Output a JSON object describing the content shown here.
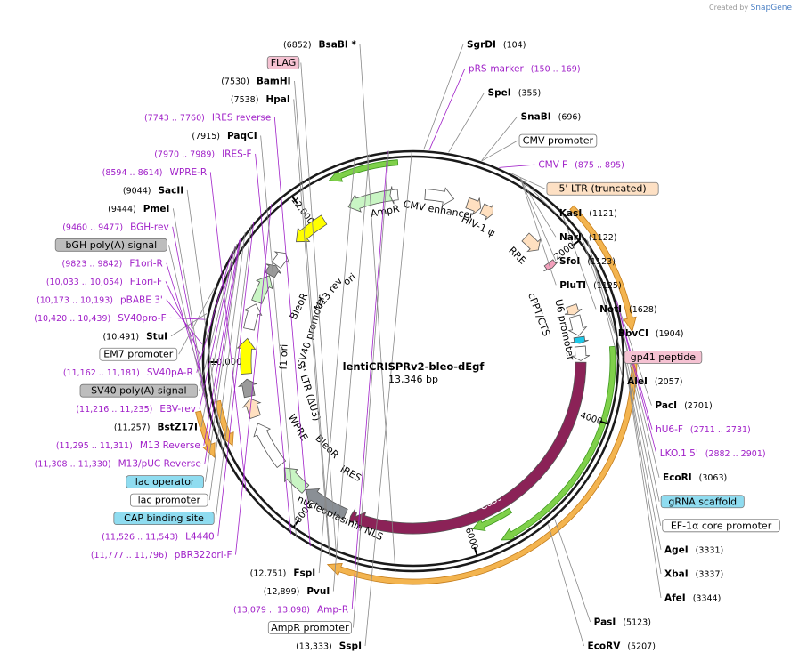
{
  "credit": {
    "prefix": "Created by",
    "brand": "SnapGene"
  },
  "plasmid": {
    "name": "lentiCRISPRv2-bleo-dEgf",
    "length": "13,346 bp",
    "total_bp": 13346
  },
  "ruler": [
    {
      "label": "2000",
      "bp": 2000
    },
    {
      "label": "4000",
      "bp": 4000
    },
    {
      "label": "6000",
      "bp": 6000
    },
    {
      "label": "8000",
      "bp": 8000
    },
    {
      "label": "10,000",
      "bp": 10000
    },
    {
      "label": "12,000",
      "bp": 12000
    }
  ],
  "features": [
    {
      "name": "AmpR",
      "start": 12500,
      "end": 13100,
      "dir": -1,
      "color": "#c9f5c4",
      "ring": 0
    },
    {
      "name": "AmpR promoter",
      "start": 13050,
      "end": 13150,
      "dir": -1,
      "color": "#ffffff",
      "ring": 0
    },
    {
      "name": "ori",
      "start": 11700,
      "end": 12150,
      "dir": -1,
      "color": "#ffff00",
      "ring": 0
    },
    {
      "name": "CMV enhancer",
      "start": 150,
      "end": 520,
      "dir": 1,
      "color": "#ffffff",
      "ring": 0
    },
    {
      "name": "HIV-1 ψ",
      "start": 900,
      "end": 1050,
      "dir": 1,
      "color": "#ffe0c0",
      "ring": 0
    },
    {
      "name": "5' LTR seg",
      "start": 700,
      "end": 880,
      "dir": 1,
      "color": "#ffe0c0",
      "ring": 0
    },
    {
      "name": "RRE",
      "start": 1560,
      "end": 1790,
      "dir": 1,
      "color": "#ffe0c0",
      "ring": 0
    },
    {
      "name": "gp41 segment",
      "start": 2000,
      "end": 2080,
      "dir": 1,
      "color": "#f3a0bc",
      "ring": 0
    },
    {
      "name": "cPPT/CTS",
      "start": 2620,
      "end": 2740,
      "dir": 1,
      "color": "#ffe0c0",
      "ring": 0
    },
    {
      "name": "U6 promoter",
      "start": 2760,
      "end": 3010,
      "dir": 1,
      "color": "#ffffff",
      "ring": 0
    },
    {
      "name": "gRNA scaffold",
      "start": 3030,
      "end": 3110,
      "dir": 1,
      "color": "#1ec8e8",
      "ring": 0
    },
    {
      "name": "EF-1α core promoter",
      "start": 3150,
      "end": 3330,
      "dir": 1,
      "color": "#ffffff",
      "ring": 0
    },
    {
      "name": "Cas9",
      "start": 3350,
      "end": 7450,
      "dir": 1,
      "color": "#8b2257",
      "ring": 0
    },
    {
      "name": "nucleoplasmin NLS",
      "start": 7430,
      "end": 7490,
      "dir": 1,
      "color": "#8b2257",
      "ring": 0
    },
    {
      "name": "IRES",
      "start": 7560,
      "end": 8150,
      "dir": 1,
      "color": "#8a8f95",
      "ring": 0
    },
    {
      "name": "BleoR",
      "start": 8160,
      "end": 8540,
      "dir": 1,
      "color": "#c9f5c4",
      "ring": 0
    },
    {
      "name": "WPRE",
      "start": 8600,
      "end": 9200,
      "dir": 1,
      "color": "#ffffff",
      "ring": 0
    },
    {
      "name": "3' LTR (ΔU3)",
      "start": 9290,
      "end": 9530,
      "dir": 1,
      "color": "#ffe0c0",
      "ring": 0
    },
    {
      "name": "bGH seg",
      "start": 9560,
      "end": 9780,
      "dir": 1,
      "color": "#9a9a9a",
      "ring": 0
    },
    {
      "name": "f1 ori",
      "start": 9850,
      "end": 10300,
      "dir": 1,
      "color": "#ffff00",
      "ring": 0
    },
    {
      "name": "SV40 promoter",
      "start": 10420,
      "end": 10750,
      "dir": 1,
      "color": "#ffffff",
      "ring": 0
    },
    {
      "name": "BleoR2",
      "start": 10780,
      "end": 11150,
      "dir": 1,
      "color": "#c9f5c4",
      "ring": 0
    },
    {
      "name": "SV40 pA seg",
      "start": 11160,
      "end": 11300,
      "dir": 1,
      "color": "#9a9a9a",
      "ring": 0
    },
    {
      "name": "lac seg",
      "start": 11310,
      "end": 11500,
      "dir": 1,
      "color": "#ffffff",
      "ring": 0
    }
  ],
  "inner_labels": [
    {
      "text": "AmpR",
      "bp": 12950,
      "r": 171
    },
    {
      "text": "ori",
      "bp": 11940,
      "r": 116
    },
    {
      "text": "CMV enhancer",
      "bp": 350,
      "r": 172
    },
    {
      "text": "HIV-1 ψ",
      "bp": 950,
      "r": 168
    },
    {
      "text": "RRE",
      "bp": 1650,
      "r": 166
    },
    {
      "text": "cPPT/CTS",
      "bp": 2580,
      "r": 150
    },
    {
      "text": "U6 promoter",
      "bp": 2900,
      "r": 173
    },
    {
      "text": "Cas9",
      "bp": 5600,
      "r": 181
    },
    {
      "text": "nucleoplasmin NLS",
      "bp": 7600,
      "r": 195
    },
    {
      "text": "IRES",
      "bp": 7750,
      "r": 145
    },
    {
      "text": "BleoR",
      "bp": 8350,
      "r": 137
    },
    {
      "text": "WPRE",
      "bp": 8900,
      "r": 150
    },
    {
      "text": "3' LTR (ΔU3)",
      "bp": 9400,
      "r": 123
    },
    {
      "text": "f1 ori",
      "bp": 10080,
      "r": 145
    },
    {
      "text": "SV40 promoter",
      "bp": 10620,
      "r": 119
    },
    {
      "text": "BleoR",
      "bp": 10960,
      "r": 142
    },
    {
      "text": "M13 rev",
      "bp": 11420,
      "r": 121
    }
  ],
  "orfs": [
    {
      "start": 12420,
      "end": 13180,
      "dir": -1,
      "type": "green",
      "r": 224
    },
    {
      "start": 1700,
      "end": 3050,
      "dir": 1,
      "type": "orange",
      "r": 248
    },
    {
      "start": 3240,
      "end": 7520,
      "dir": 1,
      "type": "orange",
      "r": 248
    },
    {
      "start": 3180,
      "end": 5700,
      "dir": 1,
      "type": "green",
      "r": 224
    },
    {
      "start": 5450,
      "end": 5950,
      "dir": 1,
      "type": "green",
      "r": 200
    },
    {
      "start": 9050,
      "end": 9520,
      "dir": -1,
      "type": "orange",
      "r": 248
    },
    {
      "start": 9080,
      "end": 9580,
      "dir": -1,
      "type": "orange",
      "r": 224
    }
  ],
  "labels": [
    {
      "kind": "enzyme",
      "name": "SspI",
      "pos": "(13,333)",
      "bp": 13333
    },
    {
      "kind": "box",
      "name": "AmpR promoter",
      "bp": 13100,
      "style": "white"
    },
    {
      "kind": "primer",
      "name": "Amp-R",
      "pos": "(13,079 .. 13,098)",
      "bp": 13088
    },
    {
      "kind": "enzyme",
      "name": "SgrDI",
      "pos": "(104)",
      "bp": 104
    },
    {
      "kind": "enzyme",
      "name": "PvuI",
      "pos": "(12,899)",
      "bp": 12899
    },
    {
      "kind": "enzyme",
      "name": "FspI",
      "pos": "(12,751)",
      "bp": 12751
    },
    {
      "kind": "primer",
      "name": "pRS-marker",
      "pos": "(150 .. 169)",
      "bp": 160
    },
    {
      "kind": "enzyme",
      "name": "SpeI",
      "pos": "(355)",
      "bp": 355
    },
    {
      "kind": "enzyme",
      "name": "SnaBI",
      "pos": "(696)",
      "bp": 696
    },
    {
      "kind": "box",
      "name": "CMV promoter",
      "bp": 700,
      "style": "white"
    },
    {
      "kind": "primer",
      "name": "CMV-F",
      "pos": "(875 .. 895)",
      "bp": 885
    },
    {
      "kind": "box",
      "name": "5' LTR (truncated)",
      "bp": 1000,
      "style": "peach"
    },
    {
      "kind": "enzyme",
      "name": "KasI",
      "pos": "(1121)",
      "bp": 1121
    },
    {
      "kind": "enzyme",
      "name": "NarI",
      "pos": "(1122)",
      "bp": 1122
    },
    {
      "kind": "enzyme",
      "name": "SfoI",
      "pos": "(1123)",
      "bp": 1123
    },
    {
      "kind": "enzyme",
      "name": "PluTI",
      "pos": "(1125)",
      "bp": 1125
    },
    {
      "kind": "enzyme",
      "name": "NotI",
      "pos": "(1628)",
      "bp": 1628
    },
    {
      "kind": "enzyme",
      "name": "BbvCI",
      "pos": "(1904)",
      "bp": 1904
    },
    {
      "kind": "enzyme",
      "name": "AleI",
      "pos": "(2057)",
      "bp": 2057
    },
    {
      "kind": "box",
      "name": "gp41 peptide",
      "bp": 2040,
      "style": "pink"
    },
    {
      "kind": "enzyme",
      "name": "PacI",
      "pos": "(2701)",
      "bp": 2701
    },
    {
      "kind": "primer",
      "name": "hU6-F",
      "pos": "(2711 .. 2731)",
      "bp": 2721
    },
    {
      "kind": "primer",
      "name": "LKO.1 5'",
      "pos": "(2882 .. 2901)",
      "bp": 2891
    },
    {
      "kind": "box",
      "name": "gRNA scaffold",
      "bp": 3070,
      "style": "cyan"
    },
    {
      "kind": "enzyme",
      "name": "EcoRI",
      "pos": "(3063)",
      "bp": 3063
    },
    {
      "kind": "box",
      "name": "EF-1α core promoter",
      "bp": 3240,
      "style": "white"
    },
    {
      "kind": "enzyme",
      "name": "AgeI",
      "pos": "(3331)",
      "bp": 3331
    },
    {
      "kind": "enzyme",
      "name": "XbaI",
      "pos": "(3337)",
      "bp": 3337
    },
    {
      "kind": "enzyme",
      "name": "AfeI",
      "pos": "(3344)",
      "bp": 3344
    },
    {
      "kind": "enzyme",
      "name": "PasI",
      "pos": "(5123)",
      "bp": 5123
    },
    {
      "kind": "enzyme",
      "name": "EcoRV",
      "pos": "(5207)",
      "bp": 5207
    },
    {
      "kind": "enzyme",
      "name": "BsaBI *",
      "pos": "(6852)",
      "bp": 6852
    },
    {
      "kind": "box",
      "name": "FLAG",
      "bp": 7460,
      "style": "pink"
    },
    {
      "kind": "enzyme",
      "name": "HpaI",
      "pos": "(7538)",
      "bp": 7538
    },
    {
      "kind": "enzyme",
      "name": "BamHI",
      "pos": "(7530)",
      "bp": 7530
    },
    {
      "kind": "primer",
      "name": "IRES reverse",
      "pos": "(7743 .. 7760)",
      "bp": 7751
    },
    {
      "kind": "enzyme",
      "name": "PaqCI",
      "pos": "(7915)",
      "bp": 7915
    },
    {
      "kind": "primer",
      "name": "IRES-F",
      "pos": "(7970 .. 7989)",
      "bp": 7980
    },
    {
      "kind": "primer",
      "name": "WPRE-R",
      "pos": "(8594 .. 8614)",
      "bp": 8604
    },
    {
      "kind": "enzyme",
      "name": "SacII",
      "pos": "(9044)",
      "bp": 9044
    },
    {
      "kind": "enzyme",
      "name": "PmeI",
      "pos": "(9444)",
      "bp": 9444
    },
    {
      "kind": "primer",
      "name": "BGH-rev",
      "pos": "(9460 .. 9477)",
      "bp": 9468
    },
    {
      "kind": "box",
      "name": "bGH poly(A) signal",
      "bp": 9650,
      "style": "gray"
    },
    {
      "kind": "primer",
      "name": "F1ori-R",
      "pos": "(9823 .. 9842)",
      "bp": 9832
    },
    {
      "kind": "primer",
      "name": "F1ori-F",
      "pos": "(10,033 .. 10,054)",
      "bp": 10043
    },
    {
      "kind": "primer",
      "name": "pBABE 3'",
      "pos": "(10,173 .. 10,193)",
      "bp": 10183
    },
    {
      "kind": "primer",
      "name": "SV40pro-F",
      "pos": "(10,420 .. 10,439)",
      "bp": 10430
    },
    {
      "kind": "enzyme",
      "name": "StuI",
      "pos": "(10,491)",
      "bp": 10491
    },
    {
      "kind": "box",
      "name": "EM7 promoter",
      "bp": 10760,
      "style": "white"
    },
    {
      "kind": "primer",
      "name": "SV40pA-R",
      "pos": "(11,162 .. 11,181)",
      "bp": 11172
    },
    {
      "kind": "box",
      "name": "SV40 poly(A) signal",
      "bp": 11220,
      "style": "gray"
    },
    {
      "kind": "primer",
      "name": "EBV-rev",
      "pos": "(11,216 .. 11,235)",
      "bp": 11226
    },
    {
      "kind": "enzyme",
      "name": "BstZ17I",
      "pos": "(11,257)",
      "bp": 11257
    },
    {
      "kind": "primer",
      "name": "M13 Reverse",
      "pos": "(11,295 .. 11,311)",
      "bp": 11303
    },
    {
      "kind": "box",
      "name": "lac operator",
      "bp": 11330,
      "style": "cyan"
    },
    {
      "kind": "primer",
      "name": "M13/pUC Reverse",
      "pos": "(11,308 .. 11,330)",
      "bp": 11319
    },
    {
      "kind": "box",
      "name": "lac promoter",
      "bp": 11400,
      "style": "white"
    },
    {
      "kind": "box",
      "name": "CAP binding site",
      "bp": 11500,
      "style": "cyan"
    },
    {
      "kind": "primer",
      "name": "L4440",
      "pos": "(11,526 .. 11,543)",
      "bp": 11534
    },
    {
      "kind": "primer",
      "name": "pBR322ori-F",
      "pos": "(11,777 .. 11,796)",
      "bp": 11786
    }
  ],
  "colors": {
    "primer": "#a020c8",
    "backbone": "#1a1a1a",
    "box_white": "#ffffff",
    "box_peach": "#fde0c4",
    "box_pink": "#f5c2d2",
    "box_cyan": "#8fdcf0",
    "box_gray": "#bdbdbd"
  }
}
